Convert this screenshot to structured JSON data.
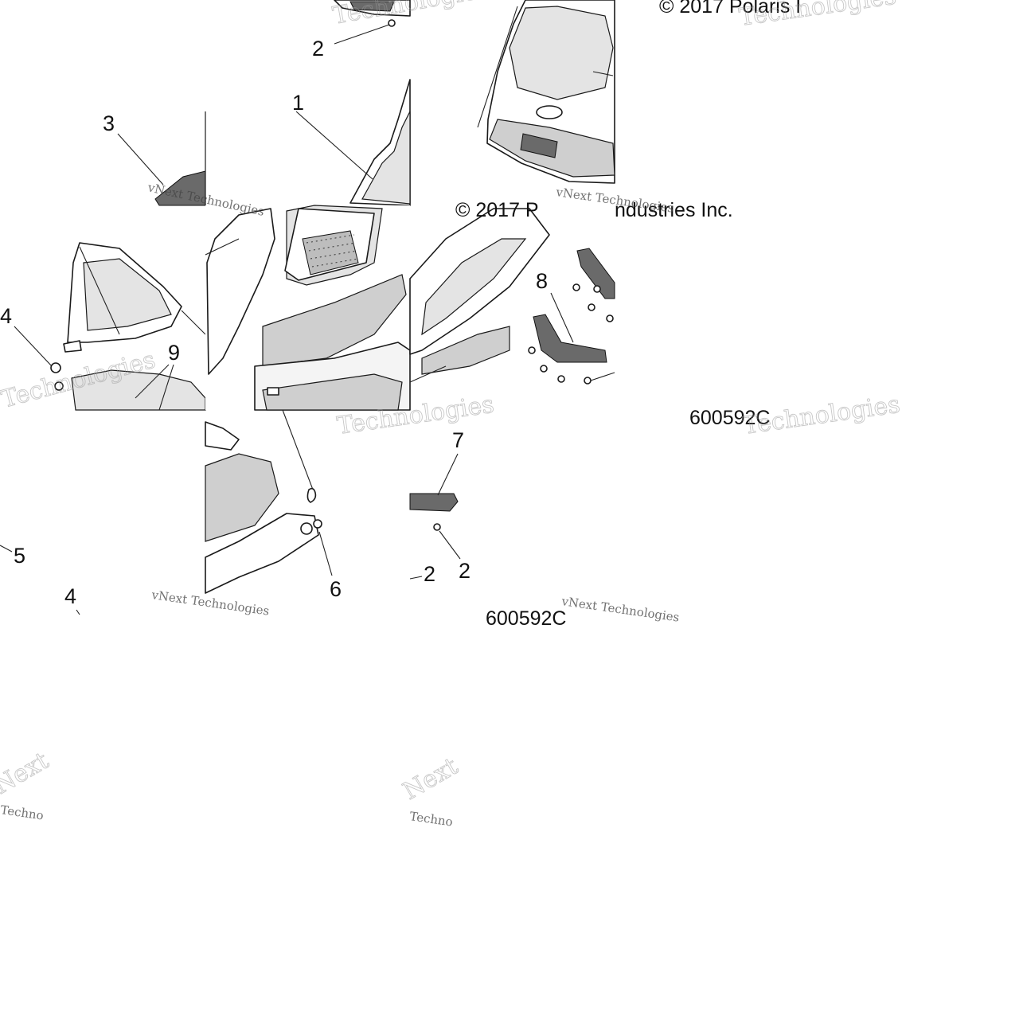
{
  "diagram": {
    "callouts": [
      {
        "id": "c-2a",
        "label": "2"
      },
      {
        "id": "c-1",
        "label": "1"
      },
      {
        "id": "c-3",
        "label": "3"
      },
      {
        "id": "c-4a",
        "label": "4"
      },
      {
        "id": "c-9",
        "label": "9"
      },
      {
        "id": "c-8",
        "label": "8"
      },
      {
        "id": "c-7",
        "label": "7"
      },
      {
        "id": "c-5",
        "label": "5"
      },
      {
        "id": "c-4b",
        "label": "4"
      },
      {
        "id": "c-6",
        "label": "6"
      },
      {
        "id": "c-2b",
        "label": "2"
      },
      {
        "id": "c-2c",
        "label": "2"
      }
    ],
    "captions": {
      "copyright_top": "© 2017 Polaris I",
      "copyright_mid_left": "© 2017 P",
      "copyright_mid_right": "ndustries Inc.",
      "drawing_number": "600592C",
      "drawing_number_partial": "600592C"
    },
    "watermarks": {
      "brand": "Technologies",
      "small": "vNext Technologies",
      "frag_next": "Next",
      "frag_techno": "Techno"
    }
  }
}
